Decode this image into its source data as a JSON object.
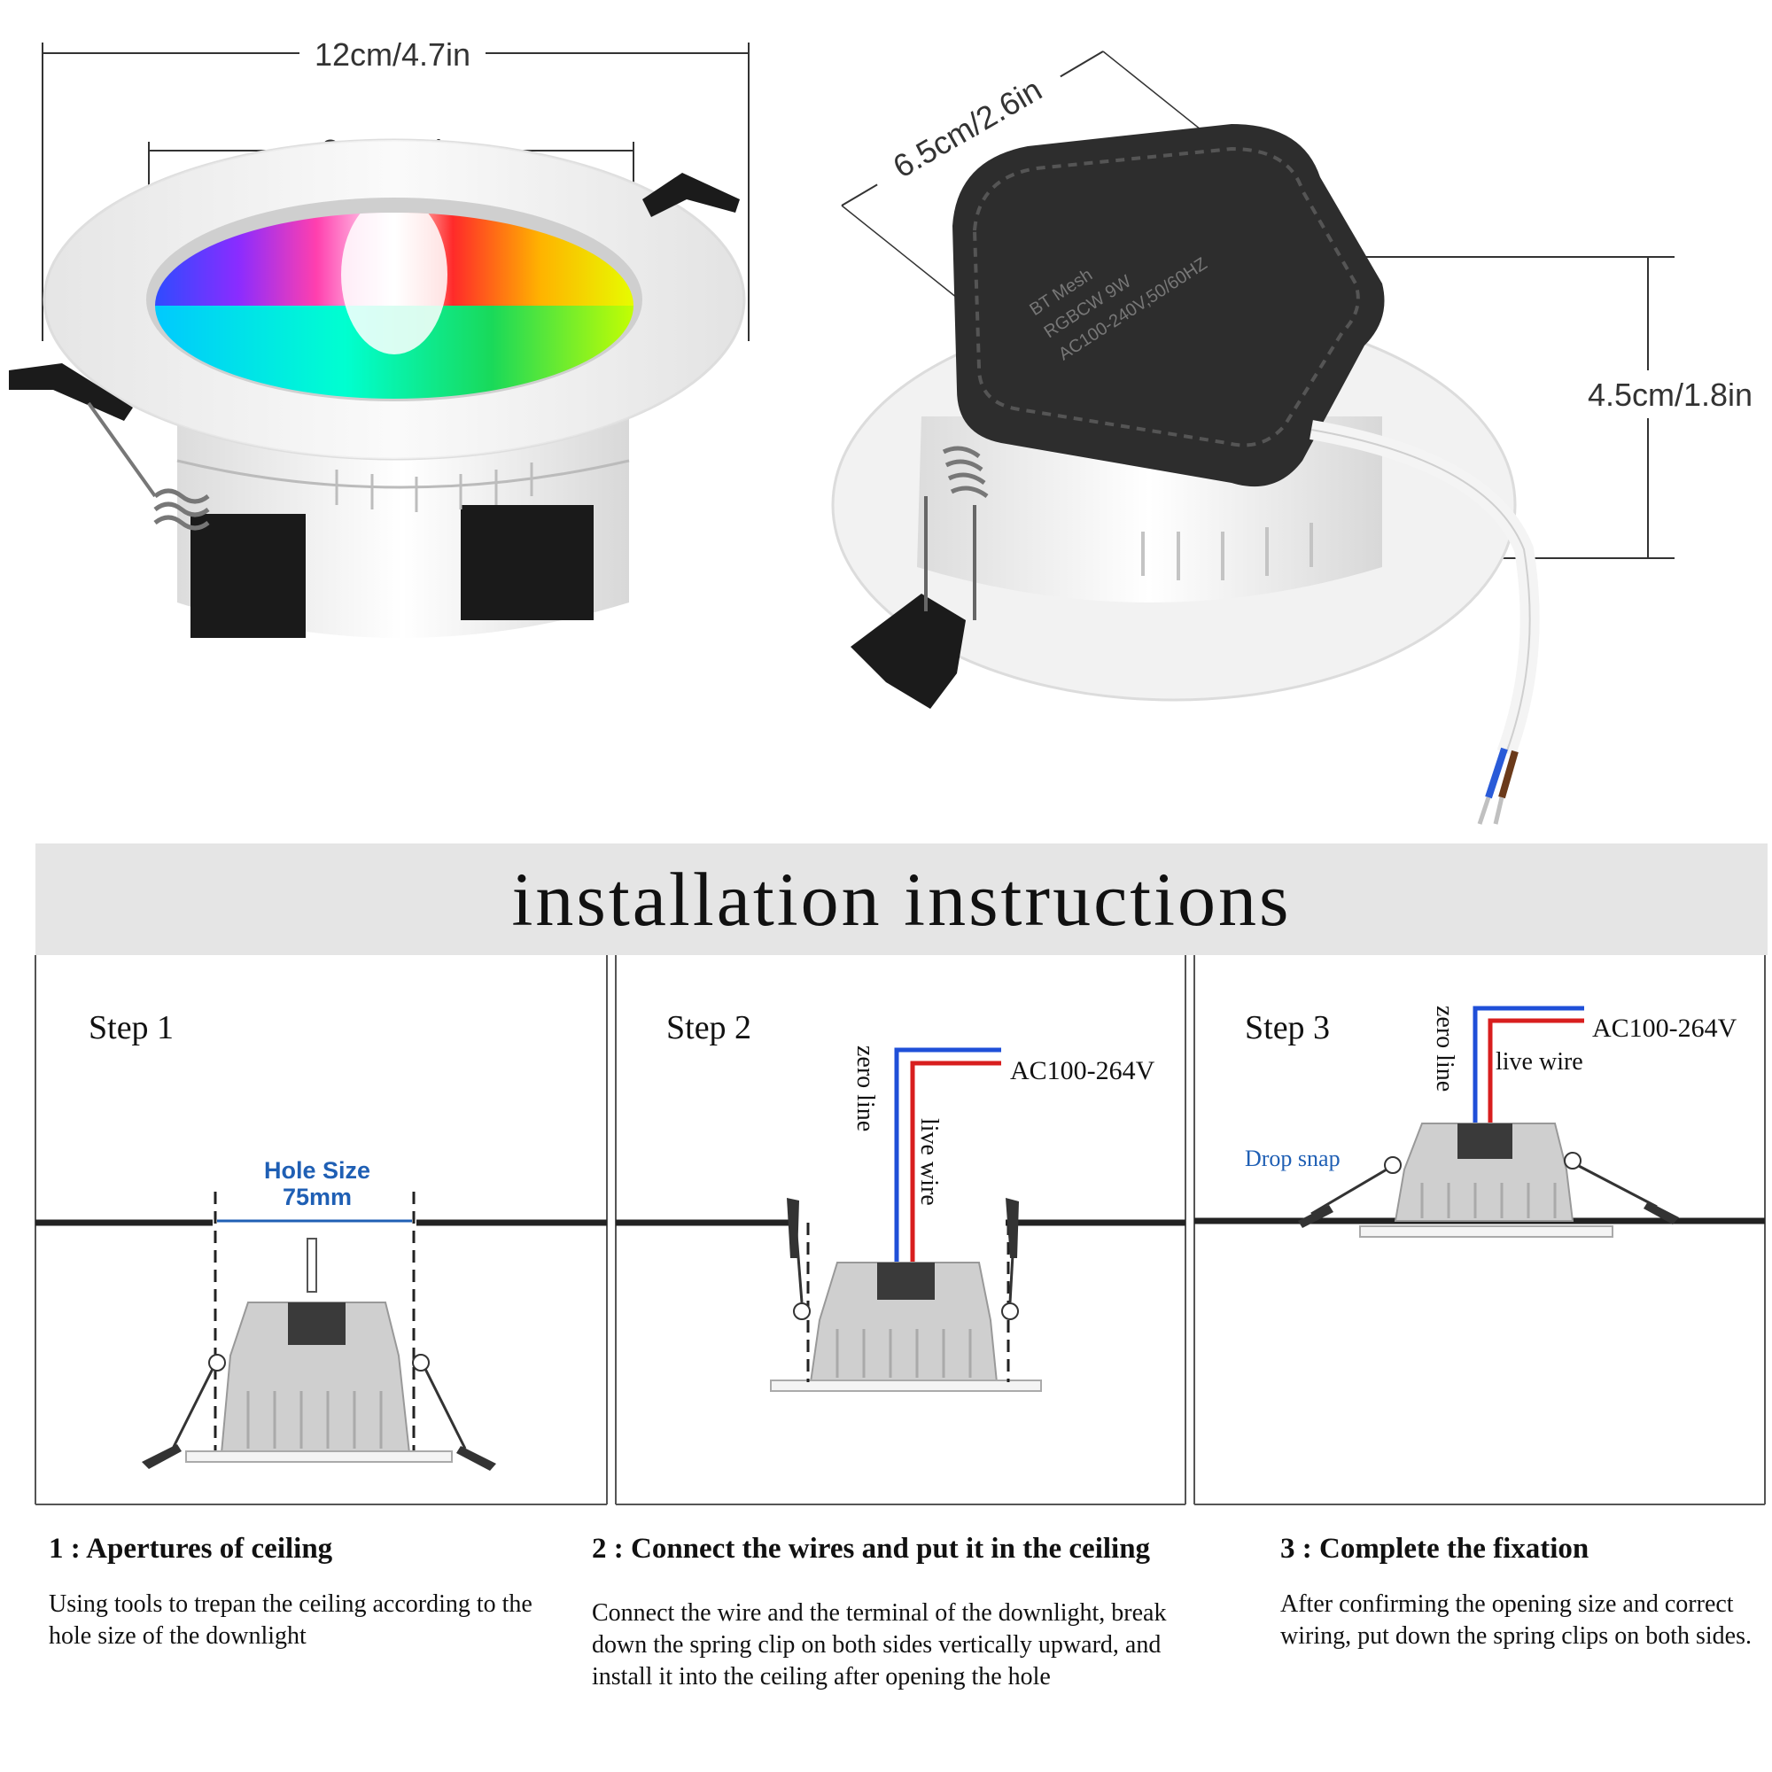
{
  "dimensions": {
    "outer_width": "12cm/4.7in",
    "inner_width": "8cm/3.1in",
    "body_depth": "6.5cm/2.6in",
    "height": "4.5cm/1.8in"
  },
  "product_label": {
    "line1": "BT Mesh",
    "line2": "RGBCW 9W",
    "line3": "AC100-240V,50/60HZ"
  },
  "title": "installation instructions",
  "steps": [
    {
      "heading": "Step 1",
      "hole_label": "Hole Size",
      "hole_value": "75mm",
      "caption_title": "1 : Apertures of ceiling",
      "caption_body": "Using  tools to trepan the ceiling according to the hole size of the downlight"
    },
    {
      "heading": "Step 2",
      "voltage": "AC100-264V",
      "zero_line": "zero line",
      "live_wire": "live wire",
      "caption_title": "2 : Connect the wires and put it in  the ceiling",
      "caption_body": "Connect the wire and the terminal of the downlight, break down the  spring clip on both sides vertically upward, and install it into the ceiling after opening the hole"
    },
    {
      "heading": "Step 3",
      "voltage": "AC100-264V",
      "zero_line": "zero line",
      "live_wire": "live wire",
      "drop_snap": "Drop snap",
      "caption_title": "3 : Complete the fixation",
      "caption_body": "After confirming the opening size and correct wiring, put down the spring clips on both sides."
    }
  ],
  "colors": {
    "title_band": "#e5e5e5",
    "annotation_blue": "#1f5fb4",
    "live_wire_red": "#d81e1e",
    "zero_line_blue": "#1f4fd8",
    "housing_gray": "#c8c8c8",
    "terminal_dark": "#3a3a3a"
  }
}
